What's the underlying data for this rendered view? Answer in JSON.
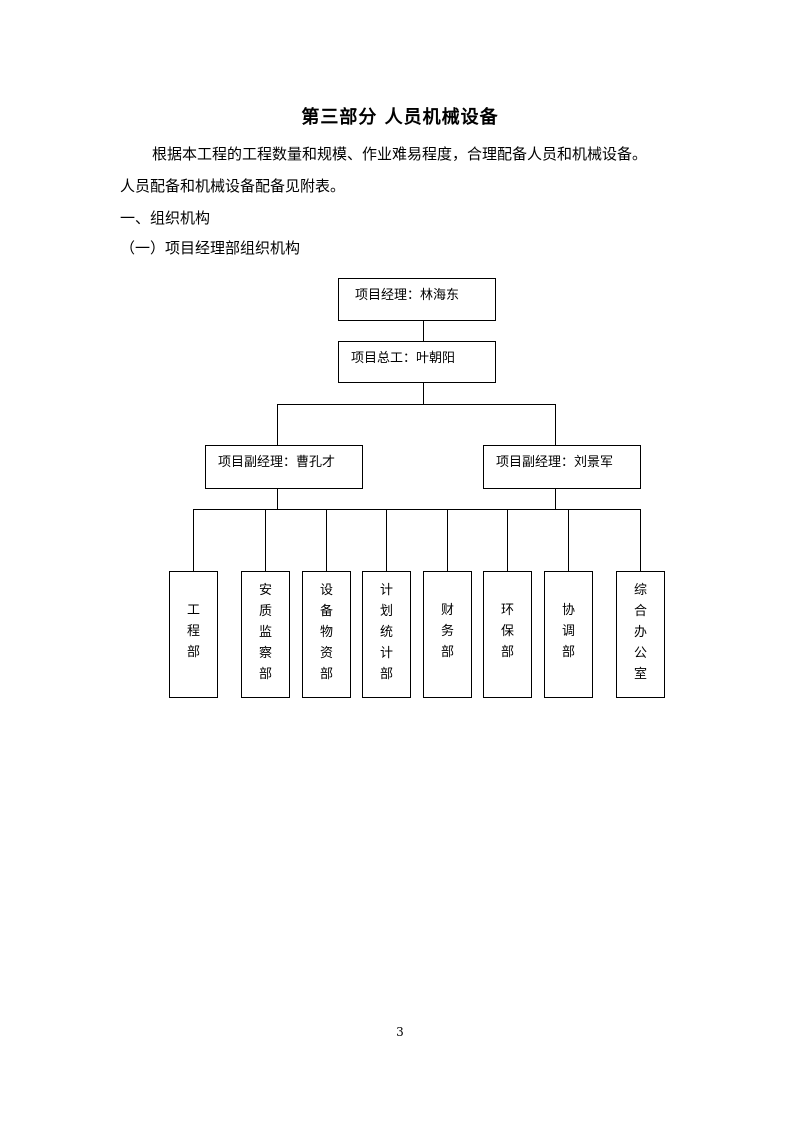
{
  "document": {
    "title": "第三部分  人员机械设备",
    "paragraph_line1": "根据本工程的工程数量和规模、作业难易程度，合理配备人员和机械设备。",
    "paragraph_line2": "人员配备和机械设备配备见附表。",
    "section_heading": "一、组织机构",
    "subsection_heading": "（一）项目经理部组织机构",
    "page_number": "3"
  },
  "org_chart": {
    "manager": "项目经理：林海东",
    "chief_engineer": "项目总工：叶朝阳",
    "deputy_1": "项目副经理：曹孔才",
    "deputy_2": "项目副经理：刘景军",
    "departments": [
      [
        "工",
        "程",
        "部"
      ],
      [
        "安",
        "质",
        "监",
        "察",
        "部"
      ],
      [
        "设",
        "备",
        "物",
        "资",
        "部"
      ],
      [
        "计",
        "划",
        "统",
        "计",
        "部"
      ],
      [
        "财",
        "务",
        "部"
      ],
      [
        "环",
        "保",
        "部"
      ],
      [
        "协",
        "调",
        "部"
      ],
      [
        "综",
        "合",
        "办",
        "公",
        "室"
      ]
    ]
  }
}
